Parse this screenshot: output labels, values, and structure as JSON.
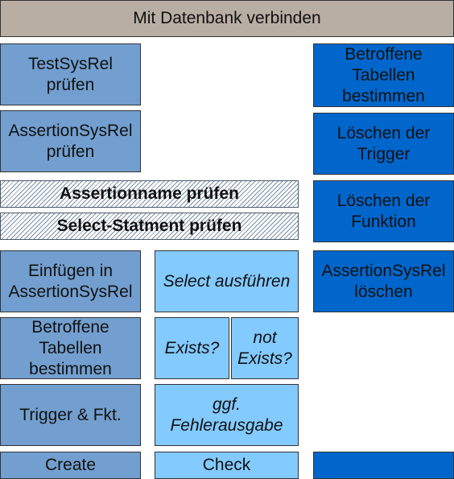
{
  "title": "Mit Datenbank verbinden",
  "columns": {
    "create": {
      "items": [
        "TestSysRel\nprüfen",
        "AssertionSysRel\nprüfen",
        "Einfügen in\nAssertionSysRel",
        "Betroffene\nTabellen\nbestimmen",
        "Trigger & Fkt."
      ],
      "footer": "Create"
    },
    "shared": [
      "Assertionname prüfen",
      "Select-Statment prüfen"
    ],
    "check": {
      "items": [
        "Select ausführen",
        "Exists?",
        "not\nExists?",
        "ggf.\nFehlerausgabe"
      ],
      "footer": "Check"
    },
    "delete": {
      "items": [
        "Betroffene\nTabellen\nbestimmen",
        "Löschen der\nTrigger",
        "Löschen der\nFunktion",
        "AssertionSysRel\nlöschen"
      ],
      "footer": ""
    }
  },
  "colors": {
    "header": "#b8aea4",
    "create": "#729fcf",
    "check": "#83caff",
    "delete": "#0066cc",
    "shared_hatch": "#7a8fa6"
  }
}
